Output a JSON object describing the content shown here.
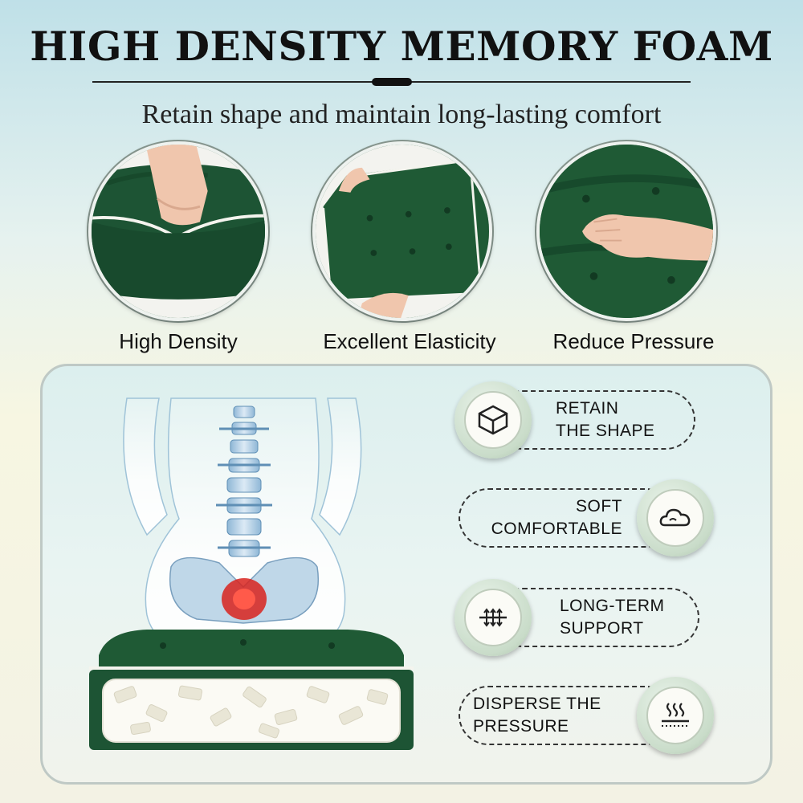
{
  "header": {
    "title": "HIGH DENSITY MEMORY FOAM",
    "subtitle": "Retain shape and maintain long-lasting comfort"
  },
  "showcase": [
    {
      "label": "High Density"
    },
    {
      "label": "Excellent Elasticity"
    },
    {
      "label": "Reduce Pressure"
    }
  ],
  "features": [
    {
      "line1": "RETAIN",
      "line2": "THE SHAPE",
      "icon": "cube-outline-icon"
    },
    {
      "line1": "SOFT",
      "line2": "COMFORTABLE",
      "icon": "cloud-icon"
    },
    {
      "line1": "LONG-TERM",
      "line2": "SUPPORT",
      "icon": "support-arrows-icon"
    },
    {
      "line1": "DISPERSE THE",
      "line2": "PRESSURE",
      "icon": "heat-waves-icon"
    }
  ],
  "colors": {
    "cushion_green": "#1f5a35",
    "piping_white": "#f4f4ee",
    "accent_red": "#d8231d"
  }
}
